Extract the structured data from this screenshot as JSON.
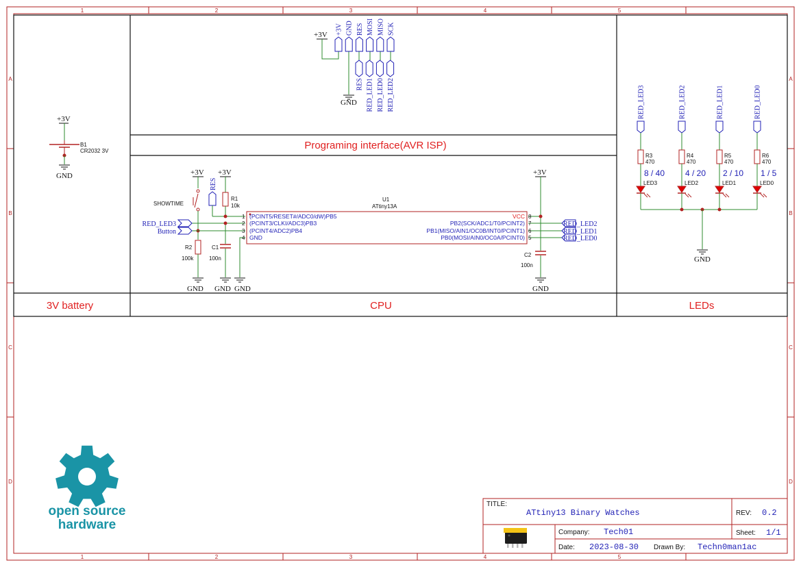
{
  "frame": {
    "cols": [
      "1",
      "2",
      "3",
      "4",
      "5"
    ],
    "rows": [
      "A",
      "B",
      "C",
      "D"
    ]
  },
  "sections": {
    "battery": "3V battery",
    "cpu": "CPU",
    "leds": "LEDs",
    "isp": "Programing interface(AVR ISP)"
  },
  "battery": {
    "power": "+3V",
    "ref": "B1",
    "value": "CR2032 3V",
    "gnd": "GND"
  },
  "isp": {
    "power": "+3V",
    "gnd": "GND",
    "header_pins": [
      "+3V",
      "GND",
      "RES",
      "MOSI",
      "MISO",
      "SCK"
    ],
    "signal_ports": [
      "RES",
      "RED_LED1",
      "RED_LED0",
      "RED_LED2"
    ]
  },
  "cpu": {
    "u1_ref": "U1",
    "u1_value": "ATtiny13A",
    "power1": "+3V",
    "power2": "+3V",
    "power3": "+3V",
    "switch_label": "SHOWTIME",
    "res_port": "RES",
    "r1_ref": "R1",
    "r1_value": "10k",
    "r2_ref": "R2",
    "r2_value": "100k",
    "c1_ref": "C1",
    "c1_value": "100n",
    "c2_ref": "C2",
    "c2_value": "100n",
    "in_ports": [
      "RED_LED3",
      "Button"
    ],
    "out_ports": [
      "RED_LED2",
      "RED_LED1",
      "RED_LED0"
    ],
    "left_pins": [
      {
        "num": "1",
        "name": "(PCINT5/RESET#/ADC0/dW)PB5"
      },
      {
        "num": "2",
        "name": "(PCINT3/CLKI/ADC3)PB3"
      },
      {
        "num": "3",
        "name": "(PCINT4/ADC2)PB4"
      },
      {
        "num": "4",
        "name": "GND"
      }
    ],
    "right_pins": [
      {
        "num": "8",
        "name": "VCC"
      },
      {
        "num": "7",
        "name": "PB2(SCK/ADC1/T0/PCINT2)"
      },
      {
        "num": "6",
        "name": "PB1(MISO/AIN1/OC0B/INT0/PCINT1)"
      },
      {
        "num": "5",
        "name": "PB0(MOSI/AIN0/OC0A/PCINT0)"
      }
    ],
    "gnd_labels": [
      "GND",
      "GND",
      "GND",
      "GND"
    ]
  },
  "leds": {
    "gnd": "GND",
    "channels": [
      {
        "port": "RED_LED3",
        "r_ref": "R3",
        "r_val": "470",
        "note": "8 / 40",
        "led": "LED3"
      },
      {
        "port": "RED_LED2",
        "r_ref": "R4",
        "r_val": "470",
        "note": "4 / 20",
        "led": "LED2"
      },
      {
        "port": "RED_LED1",
        "r_ref": "R5",
        "r_val": "470",
        "note": "2 / 10",
        "led": "LED1"
      },
      {
        "port": "RED_LED0",
        "r_ref": "R6",
        "r_val": "470",
        "note": "1 / 5",
        "led": "LED0"
      }
    ]
  },
  "logo": {
    "line1": "open source",
    "line2": "hardware"
  },
  "titleblock": {
    "title_label": "TITLE:",
    "title": "ATtiny13 Binary Watches",
    "rev_label": "REV:",
    "rev": "0.2",
    "company_label": "Company:",
    "company": "Tech01",
    "sheet_label": "Sheet:",
    "sheet": "1/1",
    "date_label": "Date:",
    "date": "2023-08-30",
    "drawn_label": "Drawn By:",
    "drawn_by": "Techn0man1ac"
  },
  "colors": {
    "frame": "#b22222",
    "wire": "#2e8b2e",
    "net": "#1f1fb5",
    "part": "#b22222",
    "text": "#222222",
    "section": "#e02020",
    "logo": "#1a94a6",
    "led_fill": "#e00000"
  }
}
